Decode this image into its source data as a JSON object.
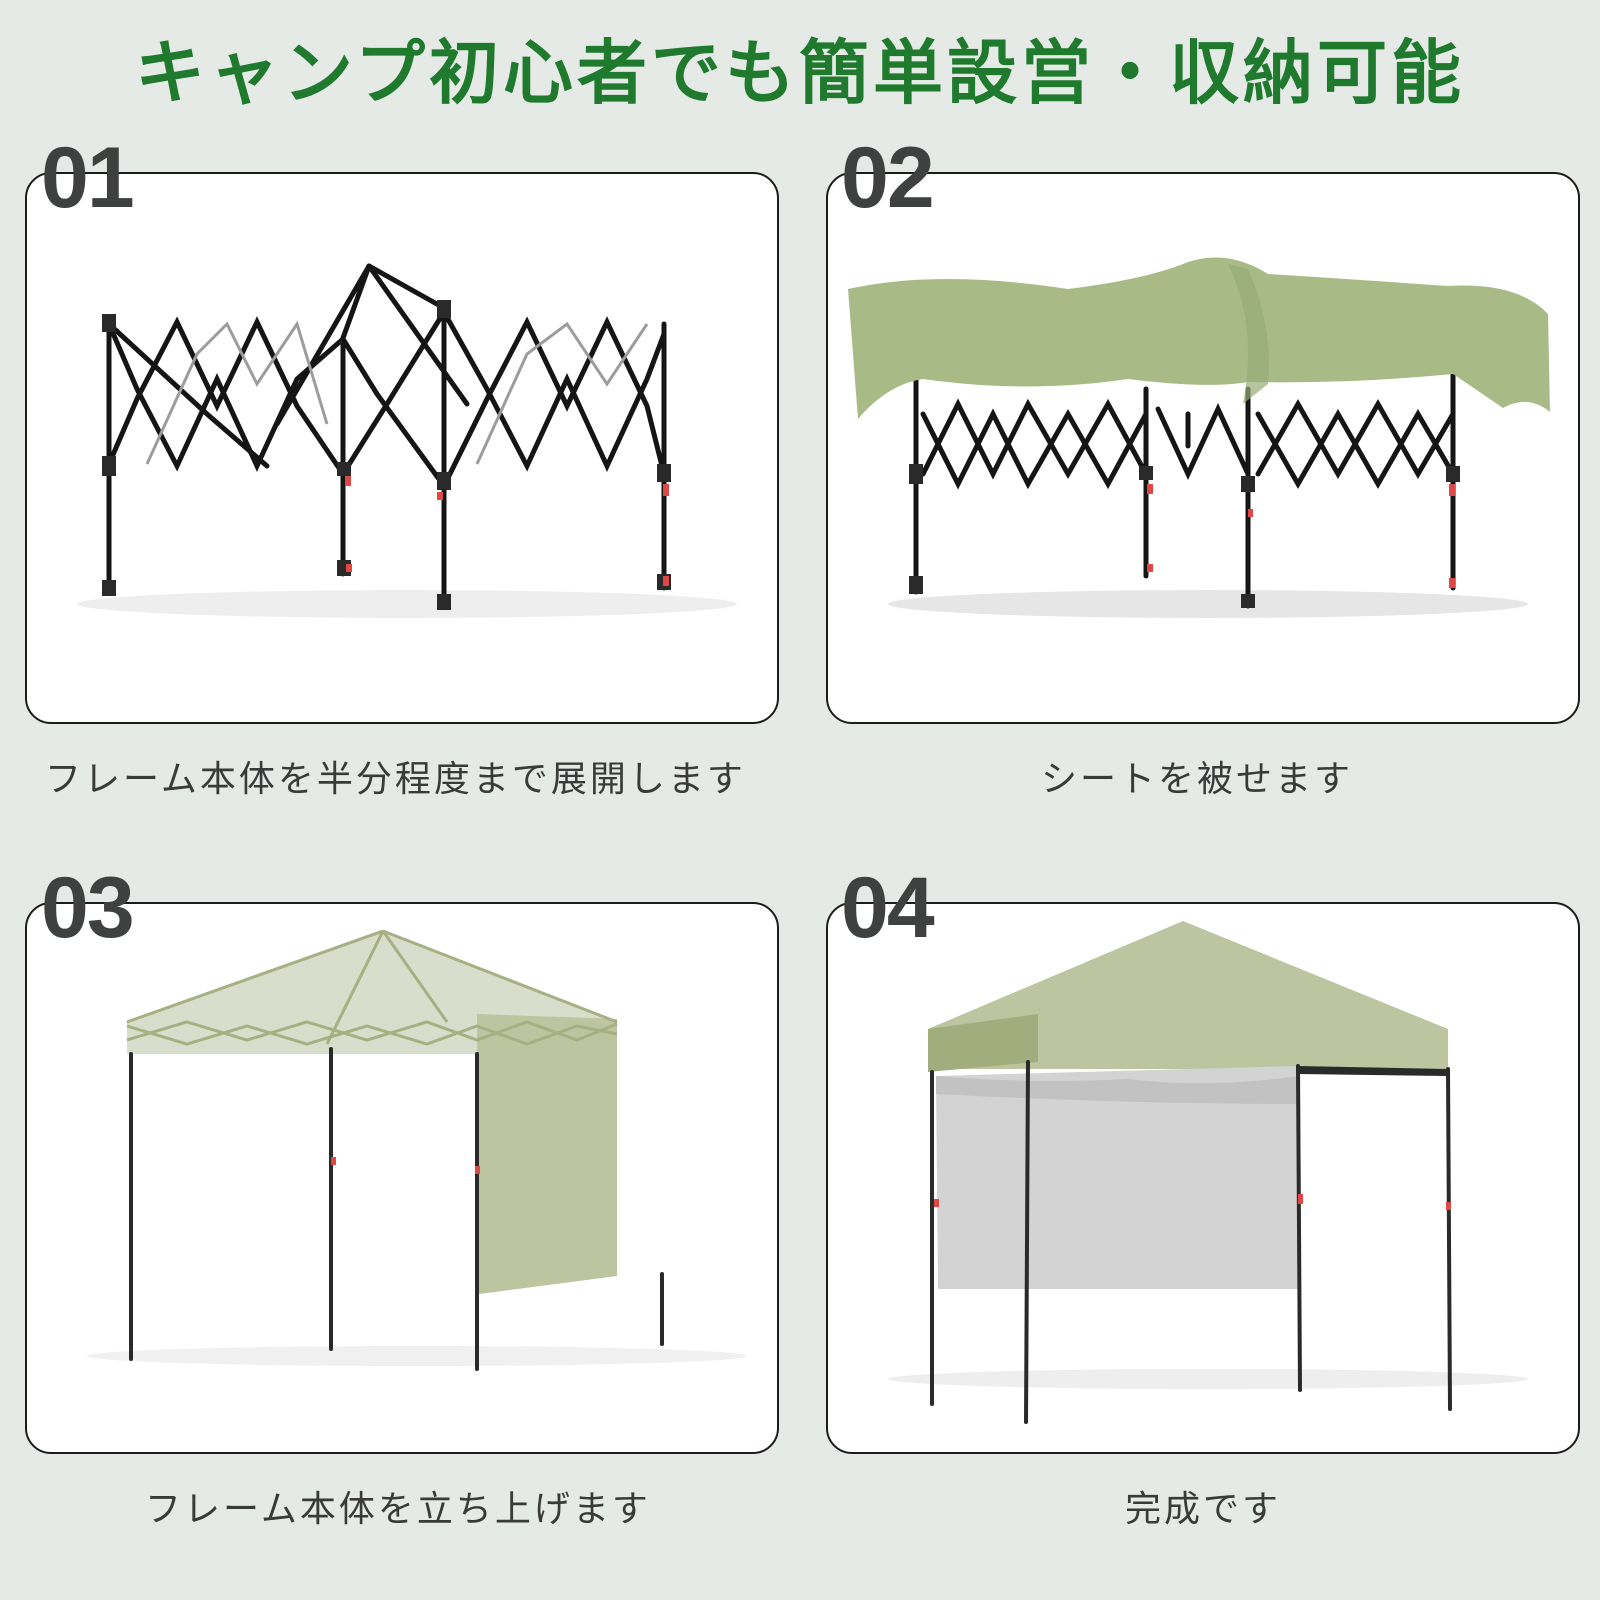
{
  "header": {
    "title": "キャンプ初心者でも簡単設営・収納可能",
    "title_color": "#1f7a2e"
  },
  "colors": {
    "background": "#e5eae7",
    "number": "#3f4040",
    "canopy_green": "#a8bb86",
    "canopy_light": "#bdc4a0",
    "frame": "#151515",
    "sidewall_grey": "#d2d2d2",
    "latch_red": "#e04848"
  },
  "steps": [
    {
      "number": "01",
      "caption": "フレーム本体を半分程度まで展開します",
      "image": "tent-frame-half-expanded"
    },
    {
      "number": "02",
      "caption": "シートを被せます",
      "image": "tent-frame-with-cover-draped"
    },
    {
      "number": "03",
      "caption": "フレーム本体を立ち上げます",
      "image": "tent-raised-translucent-canopy"
    },
    {
      "number": "04",
      "caption": "完成です",
      "image": "tent-complete-with-sidewall"
    }
  ]
}
